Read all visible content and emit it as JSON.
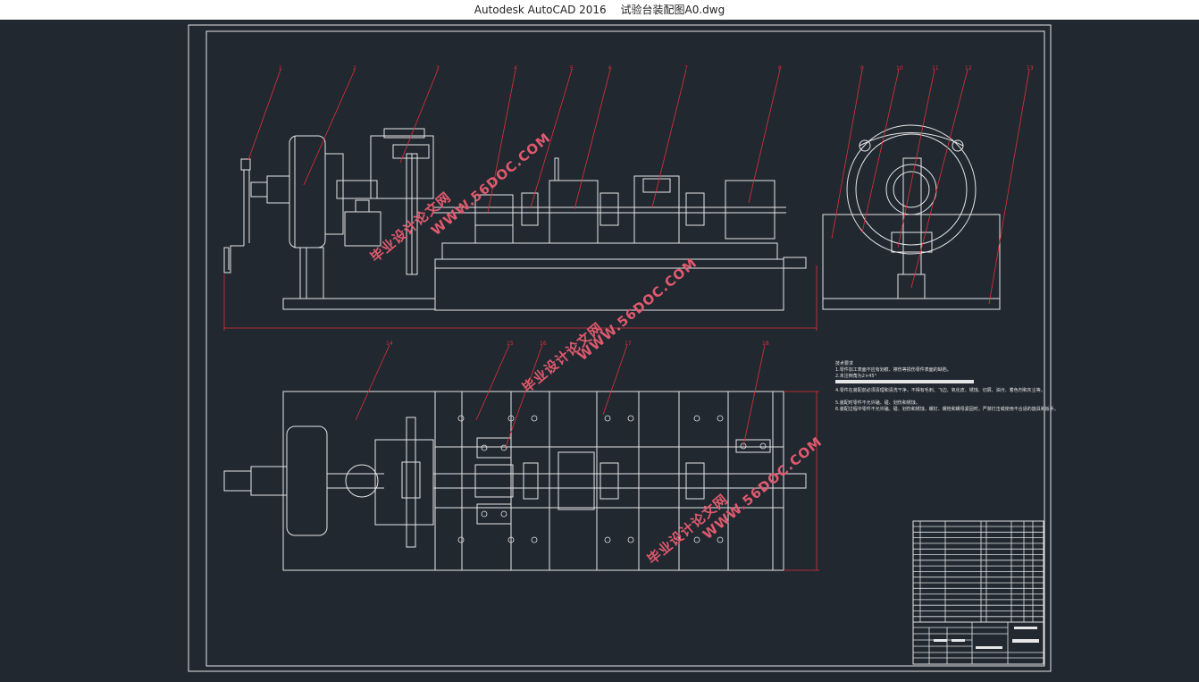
{
  "app": {
    "name": "Autodesk AutoCAD 2016",
    "file": "试验台装配图A0.dwg"
  },
  "drawing": {
    "balloons": [
      "1",
      "2",
      "3",
      "4",
      "5",
      "6",
      "7",
      "8",
      "9",
      "10",
      "11",
      "12",
      "13",
      "14",
      "15",
      "16",
      "17",
      "18"
    ],
    "notes": {
      "heading": "技术要求",
      "lines": [
        "1.零件加工表面不应有划痕、擦伤等损伤零件表面的缺陷。",
        "2.未注倒角为2×45°",
        "4.零件在装配前必须清理和清洗干净，不得有毛刺、飞边、氧化皮、锈蚀、切屑、油污、着色剂和灰尘等。",
        "5.装配时零件不允许磕、碰、划伤和锈蚀。",
        "6.装配过程中零件不允许磕、碰、划伤和锈蚀，螺钉、螺栓和螺母紧固时，严禁打击或使用不合适的旋具和扳手。"
      ]
    },
    "watermark": {
      "text": "毕业设计论文网",
      "url": "WWW.56DOC.COM"
    },
    "colors": {
      "background": "#212830",
      "lines": "#e6e6e6",
      "leaders": "#e0303a",
      "watermark": "#e05a6e"
    }
  }
}
